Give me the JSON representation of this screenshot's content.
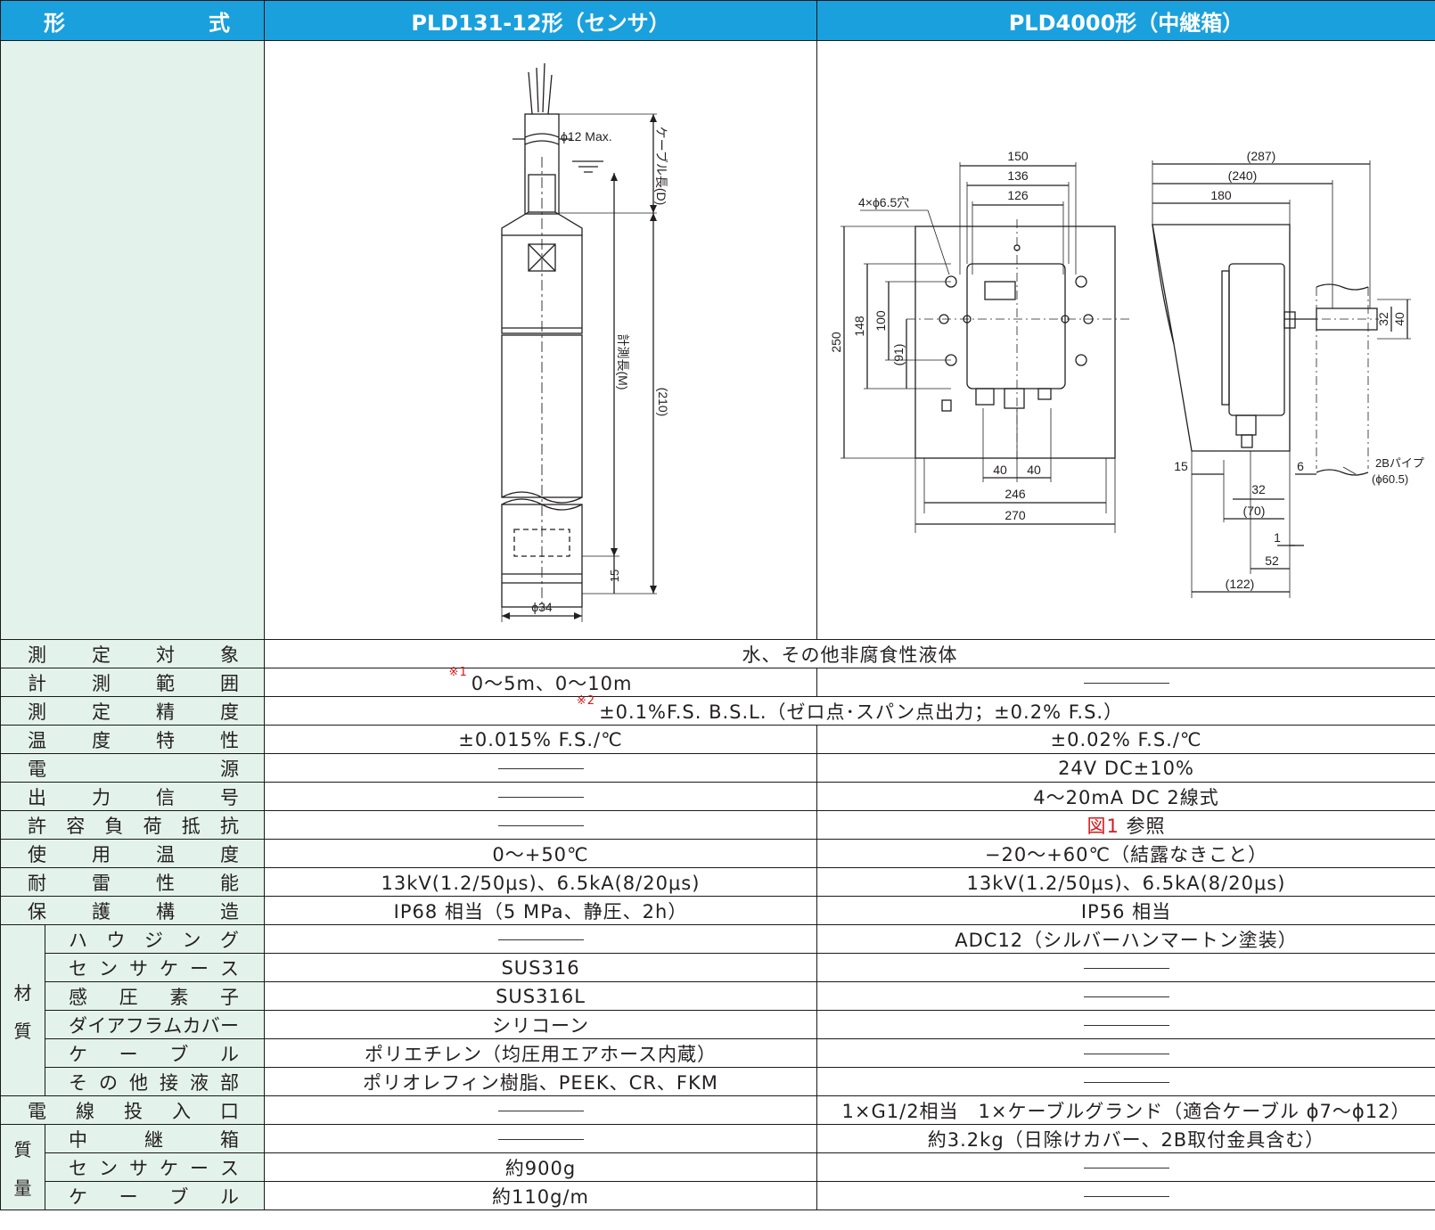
{
  "header": {
    "col1_a": "形",
    "col1_b": "式",
    "col2": "PLD131-12形（センサ）",
    "col3": "PLD4000形（中継箱）"
  },
  "sensor_drawing": {
    "phi_cable": "ϕ12 Max.",
    "cable_len": "ケーブル長(D)",
    "meas_len": "計測長(M)",
    "dim_210": "(210)",
    "dim_15": "15",
    "dim_phi34": "ϕ34"
  },
  "relay_drawing": {
    "d150": "150",
    "d136": "136",
    "d126": "126",
    "holes": "4×ϕ6.5穴",
    "d250": "250",
    "d148": "148",
    "d100": "100",
    "d91": "(91)",
    "d40a": "40",
    "d40b": "40",
    "d246": "246",
    "d270": "270",
    "d287": "(287)",
    "d240": "(240)",
    "d180": "180",
    "d32v": "32",
    "d40v": "40",
    "d15": "15",
    "d6": "6",
    "d32h": "32",
    "d70": "(70)",
    "d1": "1",
    "d52": "52",
    "d122": "(122)",
    "pipe": "2Bパイプ",
    "pipe_dia": "(ϕ60.5)"
  },
  "rows": [
    {
      "label": "測定対象",
      "merged": "水、その他非腐食性液体"
    },
    {
      "label": "計測範囲",
      "note": "※1",
      "sensor": "0～5m、0～10m",
      "relay": ""
    },
    {
      "label": "測定精度",
      "note": "※2",
      "merged": "±0.1%F.S. B.S.L.（ゼロ点･スパン点出力；±0.2% F.S.）"
    },
    {
      "label": "温度特性",
      "sensor": "±0.015% F.S./℃",
      "relay": "±0.02% F.S./℃"
    },
    {
      "label": "電源",
      "sensor": "",
      "relay": "24V DC±10%"
    },
    {
      "label": "出力信号",
      "sensor": "",
      "relay": "4～20mA DC 2線式"
    },
    {
      "label": "許容負荷抵抗",
      "sensor": "",
      "relay_ref": "図1",
      "relay": "参照"
    },
    {
      "label": "使用温度",
      "sensor": "0～+50℃",
      "relay": "−20～+60℃（結露なきこと）"
    },
    {
      "label": "耐雷性能",
      "sensor": "13kV(1.2/50μs)、6.5kA(8/20μs)",
      "relay": "13kV(1.2/50μs)、6.5kA(8/20μs)"
    },
    {
      "label": "保護構造",
      "sensor": "IP68 相当（5 MPa、静圧、2h）",
      "relay": "IP56 相当"
    }
  ],
  "material_group": {
    "label_a": "材",
    "label_b": "質",
    "rows": [
      {
        "label": "ハウジング",
        "sensor": "",
        "relay": "ADC12（シルバーハンマートン塗装）"
      },
      {
        "label": "センサケース",
        "sensor": "SUS316",
        "relay": ""
      },
      {
        "label": "感圧素子",
        "sensor": "SUS316L",
        "relay": ""
      },
      {
        "label": "ダイアフラムカバー",
        "sensor": "シリコーン",
        "relay": ""
      },
      {
        "label": "ケーブル",
        "sensor": "ポリエチレン（均圧用エアホース内蔵）",
        "relay": ""
      },
      {
        "label": "その他接液部",
        "sensor": "ポリオレフィン樹脂、PEEK、CR、FKM",
        "relay": ""
      }
    ]
  },
  "wire_row": {
    "label": "電線投入口",
    "sensor": "",
    "relay": "1×G1/2相当　1×ケーブルグランド（適合ケーブル ϕ7～ϕ12）"
  },
  "mass_group": {
    "label_a": "質",
    "label_b": "量",
    "rows": [
      {
        "label": "中継箱",
        "sensor": "",
        "relay": "約3.2kg（日除けカバー、2B取付金具含む）"
      },
      {
        "label": "センサケース",
        "sensor": "約900g",
        "relay": ""
      },
      {
        "label": "ケーブル",
        "sensor": "約110g/m",
        "relay": ""
      }
    ]
  },
  "colors": {
    "header_bg": "#1aa0dc",
    "label_bg": "#e3f2ea",
    "note_red": "#d7191c"
  }
}
